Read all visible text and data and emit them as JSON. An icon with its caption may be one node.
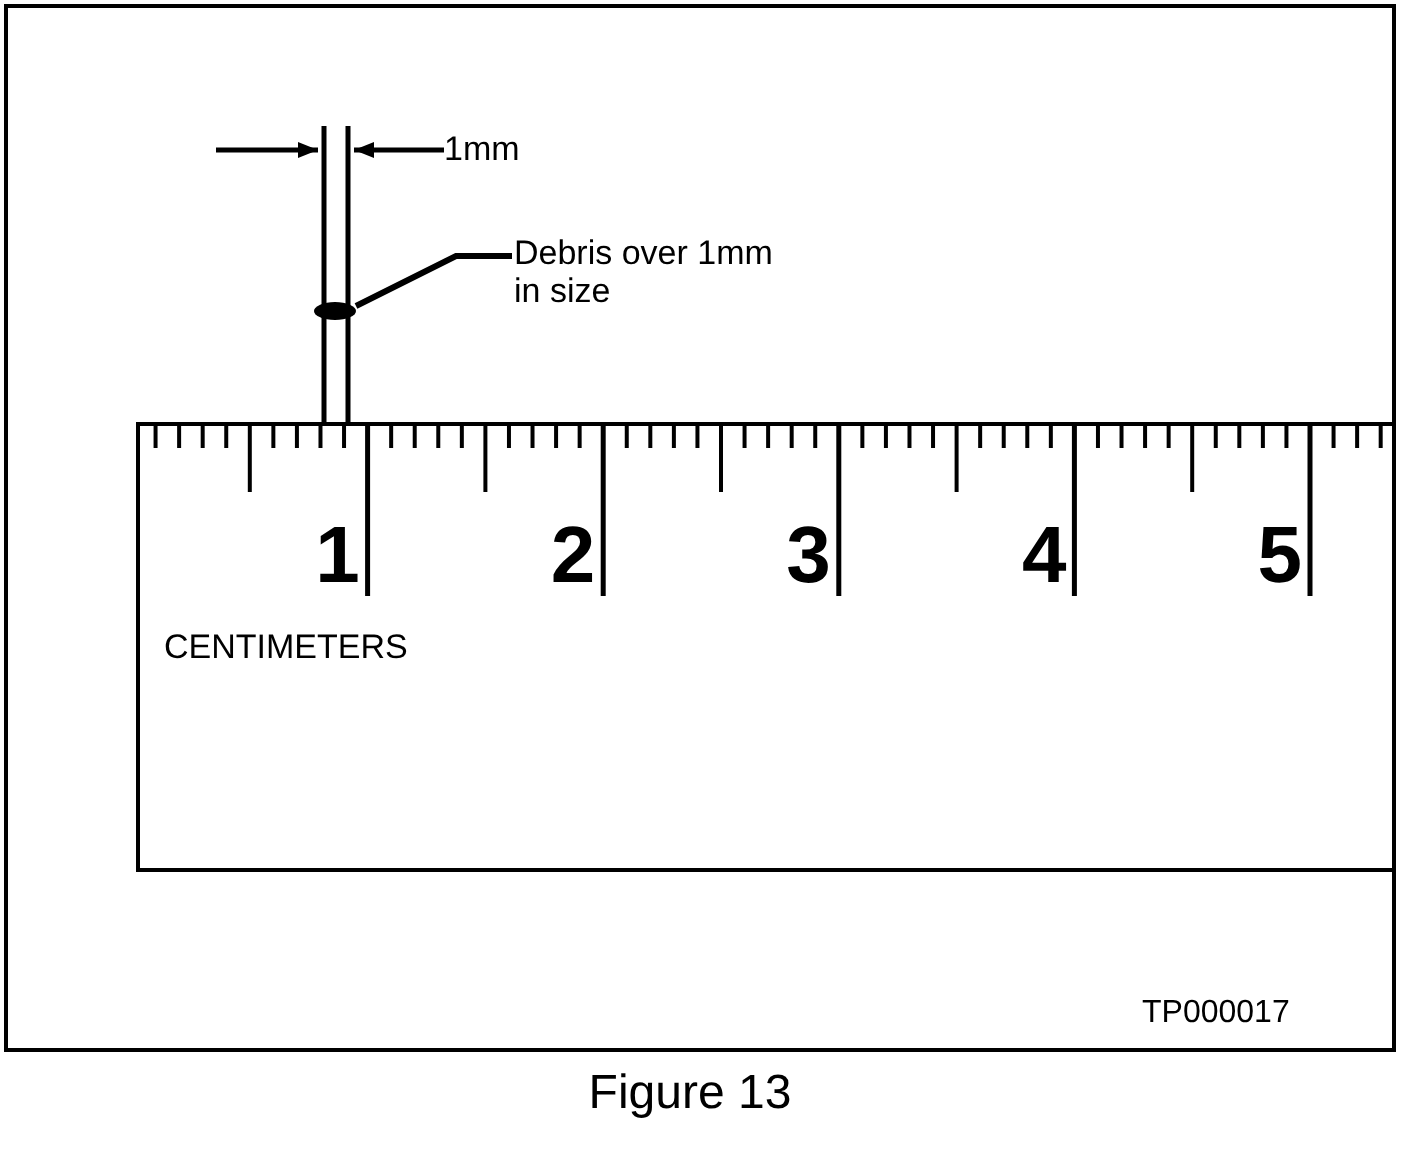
{
  "diagram": {
    "caption": "Figure 13",
    "nodes": [
      {
        "text": [
          "Debris over 1mm in size"
        ]
      },
      {
        "text": [],
        "shape": "circle"
      }
    ],
    "edges": [
      {
        "from": 0,
        "to": 1,
        "arrow": "none"
      }
    ],
    "labels": [
      "1mm",
      "1",
      "2",
      "3",
      "4",
      "5",
      "CENTIMETERS",
      "TP000017"
    ]
  }
}
